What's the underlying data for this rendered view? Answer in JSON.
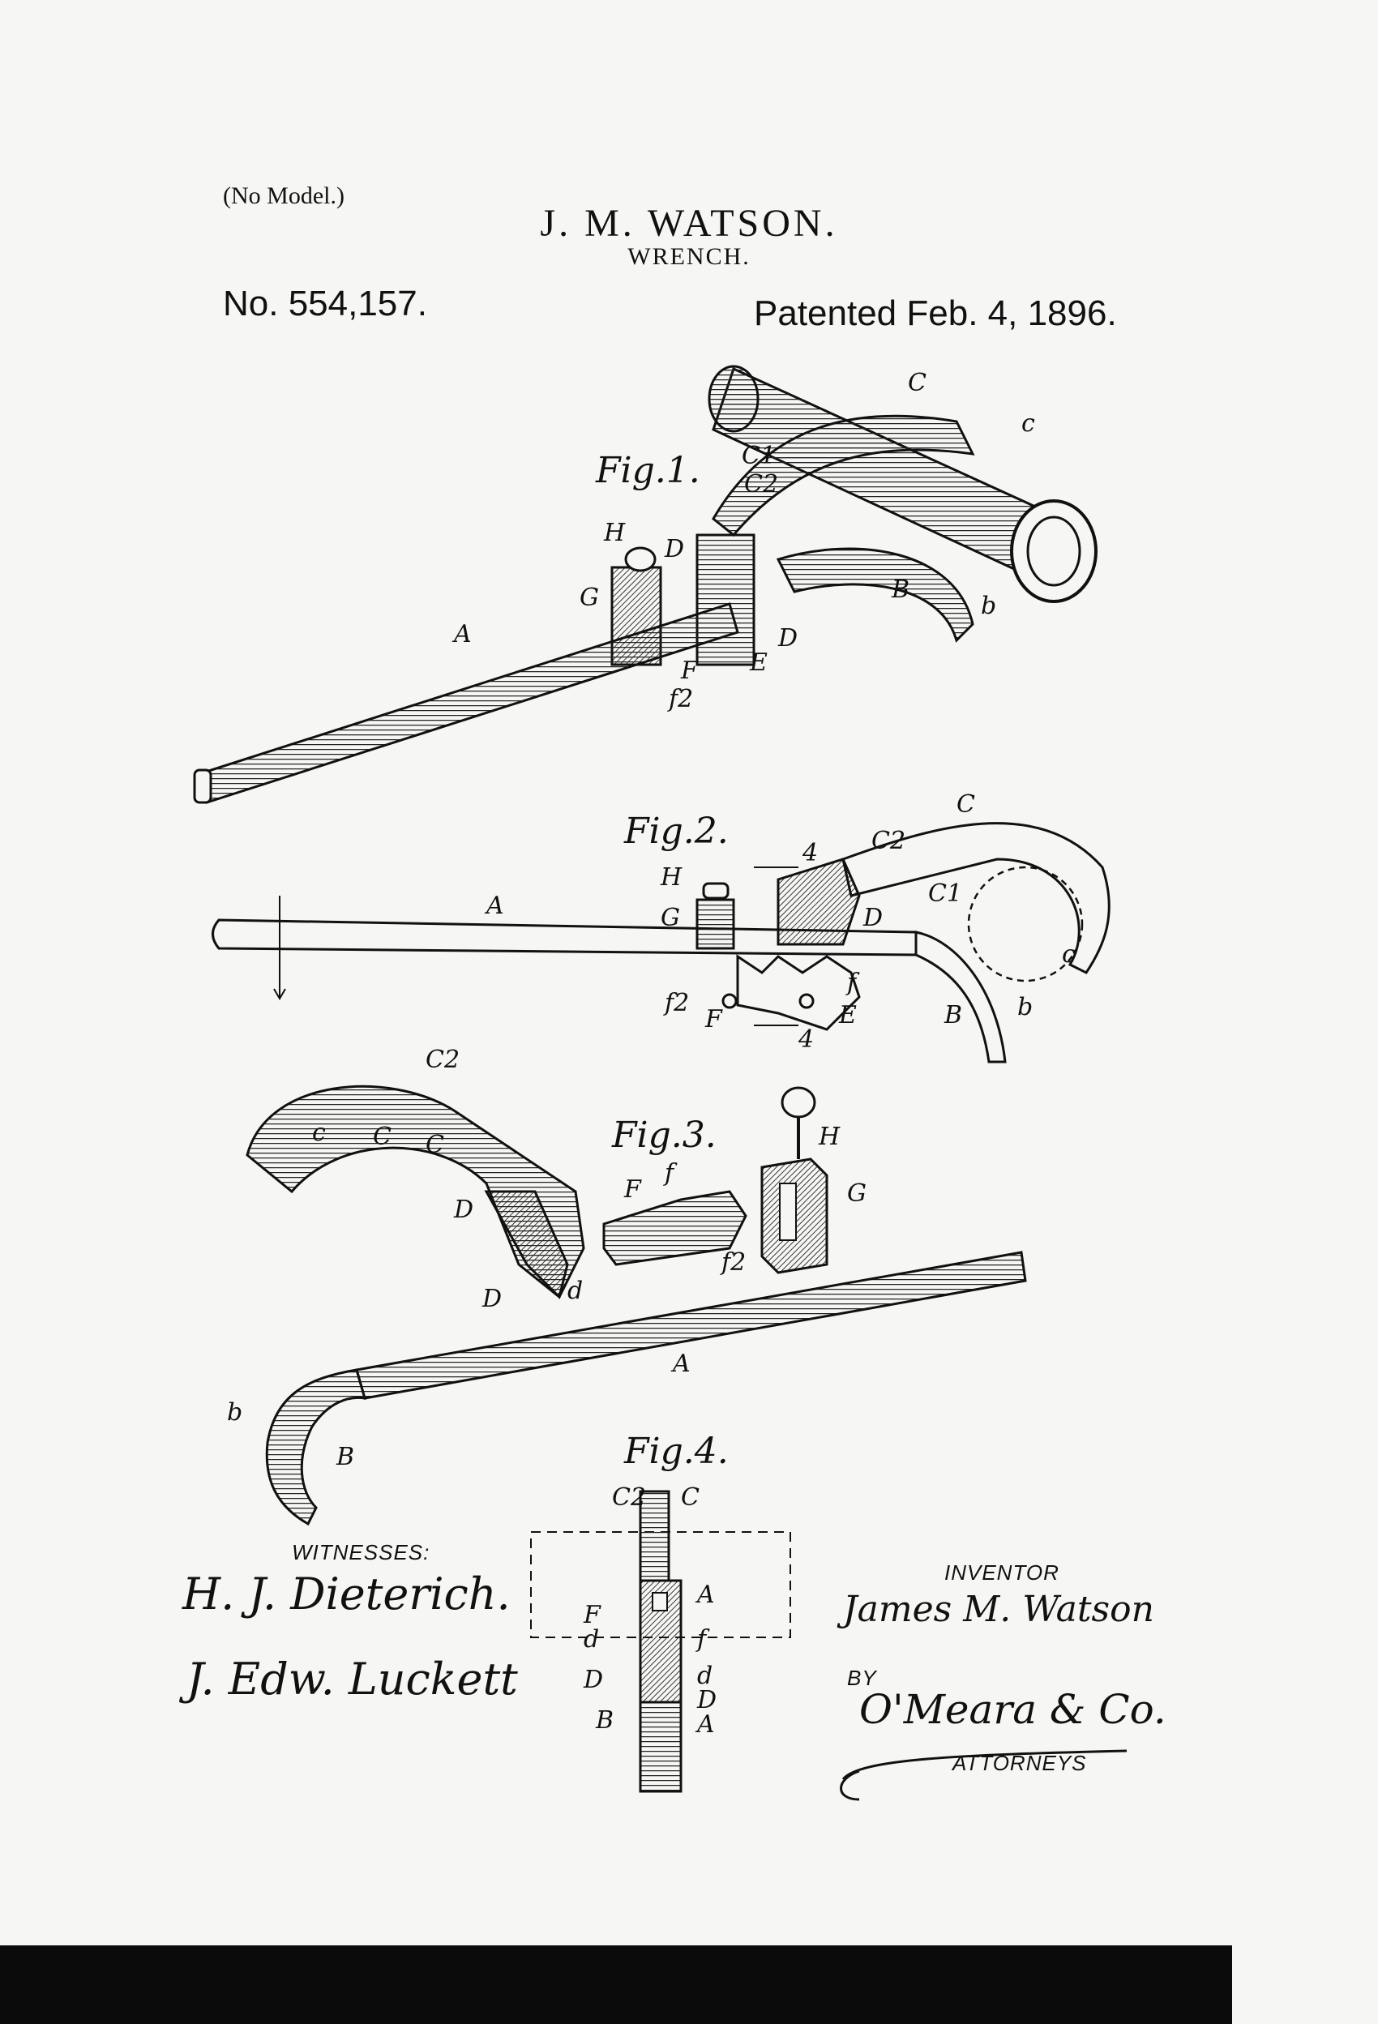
{
  "header": {
    "model_note": "(No Model.)",
    "inventor_name": "J. M. WATSON.",
    "title": "WRENCH.",
    "patent_number": "No. 554,157.",
    "patent_date": "Patented Feb. 4, 1896."
  },
  "figures": {
    "fig1": "Fig.1.",
    "fig2": "Fig.2.",
    "fig3": "Fig.3.",
    "fig4": "Fig.4."
  },
  "labels": {
    "A": "A",
    "B": "B",
    "C": "C",
    "C1": "C1",
    "C2": "C2",
    "c": "c",
    "D": "D",
    "d": "d",
    "E": "E",
    "F": "F",
    "f": "f",
    "f2": "f2",
    "G": "G",
    "H": "H",
    "b": "b",
    "four": "4"
  },
  "signatures": {
    "witnesses_heading": "WITNESSES:",
    "witness_1": "H. J. Dieterich.",
    "witness_2": "J. Edw. Luckett",
    "inventor_heading": "INVENTOR",
    "inventor_signature": "James M. Watson",
    "by": "BY",
    "attorney_signature": "O'Meara & Co.",
    "attorneys_heading": "ATTORNEYS"
  }
}
